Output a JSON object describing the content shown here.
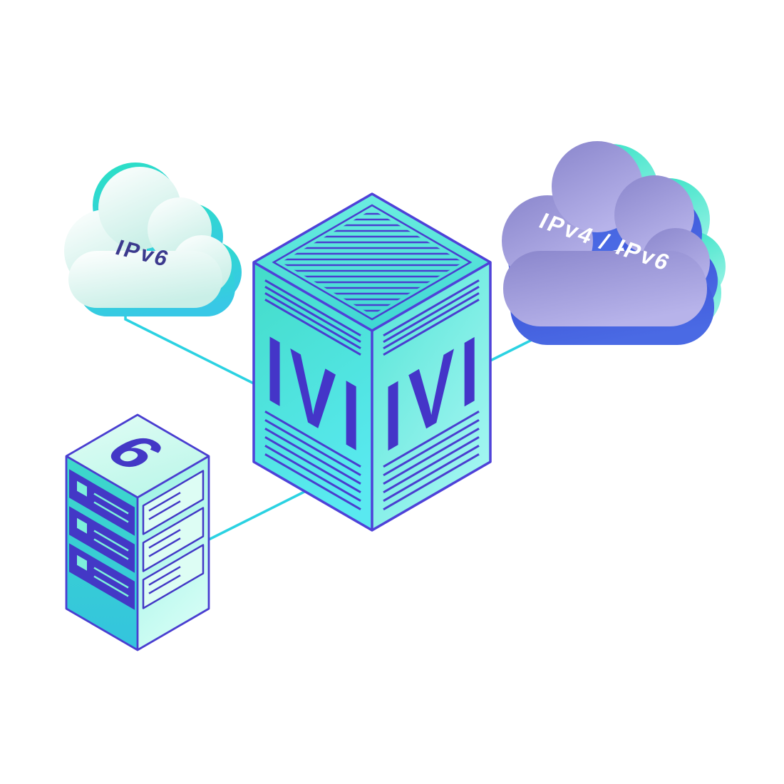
{
  "diagram": {
    "left_cloud": {
      "label": "IPv6"
    },
    "right_cloud": {
      "label": "IPv4 / IPv6"
    },
    "translator_box": {
      "left_face_label": "IVI",
      "right_face_label": "IVI"
    },
    "server": {
      "label": "6"
    },
    "icons": {
      "left_cloud_icon": "cloud",
      "right_cloud_icon": "cloud",
      "translator_box_icon": "isometric-cube",
      "server_icon": "server-tower",
      "connector_icon": "network-line"
    },
    "colors": {
      "connector": "#2bd2e2",
      "indigo_outline": "#4a3ed0",
      "drawer_indigo": "#4338c6",
      "teal_accent": "#2ae0c4",
      "cloud_purple": "#9a96d8",
      "label_navy": "#3c3a8e",
      "label_white": "#ffffff",
      "label_indigo": "#4435c8"
    }
  }
}
